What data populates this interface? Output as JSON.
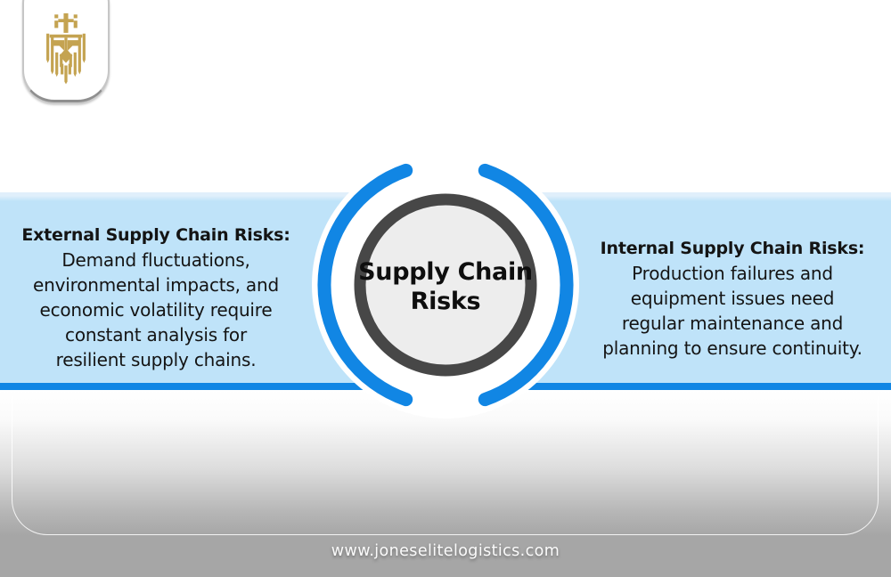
{
  "logo": {
    "icon": "lion-crown-emblem-icon"
  },
  "badge": {
    "lines": [
      "Supply Chain",
      "Risks"
    ]
  },
  "panels": {
    "left": {
      "heading": "External Supply Chain Risks:",
      "lines": [
        "Demand fluctuations,",
        "environmental impacts, and",
        "economic volatility require",
        "constant analysis for",
        "resilient supply chains."
      ]
    },
    "right": {
      "heading": "Internal Supply Chain Risks:",
      "lines": [
        "Production failures and",
        "equipment issues need",
        "regular maintenance and",
        "planning to ensure continuity."
      ]
    }
  },
  "footer": {
    "website": "www.joneselitelogistics.com"
  },
  "colors": {
    "accent_blue": "#1186e4",
    "band_blue": "#bfe3f9",
    "ring_gray": "#474747",
    "circle_fill": "#ededed",
    "gold": "#c4a351",
    "footer_gray": "#a6a6a6"
  }
}
